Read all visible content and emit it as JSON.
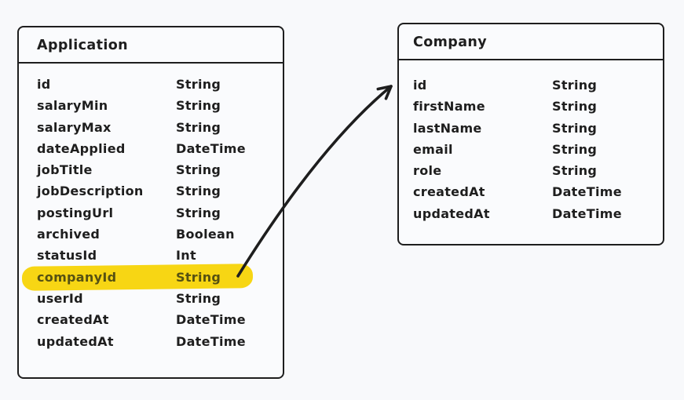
{
  "canvas": {
    "background_color": "#f8f9fb",
    "stroke_color": "#1e1e1e",
    "highlight_color": "#f7d614",
    "highlighted_text_color": "#565112"
  },
  "entities": [
    {
      "id": "application",
      "title": "Application",
      "fields": [
        {
          "name": "id",
          "type": "String"
        },
        {
          "name": "salaryMin",
          "type": "String"
        },
        {
          "name": "salaryMax",
          "type": "String"
        },
        {
          "name": "dateApplied",
          "type": "DateTime"
        },
        {
          "name": "jobTitle",
          "type": "String"
        },
        {
          "name": "jobDescription",
          "type": "String"
        },
        {
          "name": "postingUrl",
          "type": "String"
        },
        {
          "name": "archived",
          "type": "Boolean"
        },
        {
          "name": "statusId",
          "type": "Int"
        },
        {
          "name": "companyId",
          "type": "String",
          "highlighted": true
        },
        {
          "name": "userId",
          "type": "String"
        },
        {
          "name": "createdAt",
          "type": "DateTime"
        },
        {
          "name": "updatedAt",
          "type": "DateTime"
        }
      ]
    },
    {
      "id": "company",
      "title": "Company",
      "fields": [
        {
          "name": "id",
          "type": "String"
        },
        {
          "name": "firstName",
          "type": "String"
        },
        {
          "name": "lastName",
          "type": "String"
        },
        {
          "name": "email",
          "type": "String"
        },
        {
          "name": "role",
          "type": "String"
        },
        {
          "name": "createdAt",
          "type": "DateTime"
        },
        {
          "name": "updatedAt",
          "type": "DateTime"
        }
      ]
    }
  ],
  "relation": {
    "from": "Application.companyId",
    "to": "Company"
  }
}
